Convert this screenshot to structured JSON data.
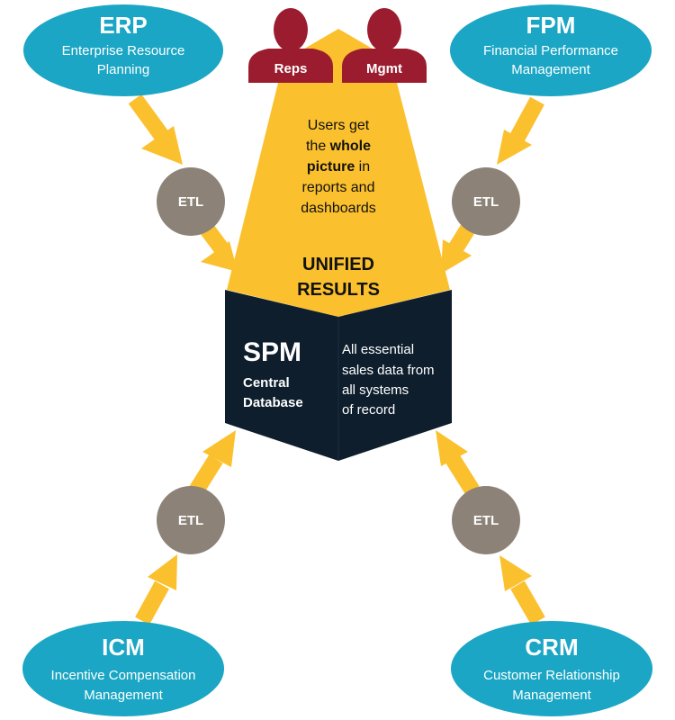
{
  "colors": {
    "teal": "#1aa6c4",
    "yellow": "#fbc02d",
    "etl_gray": "#8c8278",
    "navy": "#0e1e2d",
    "maroon": "#9b1c2e",
    "white": "#ffffff",
    "dark_text": "#111111"
  },
  "systems": {
    "erp": {
      "abbr": "ERP",
      "line1": "Enterprise Resource",
      "line2": "Planning"
    },
    "fpm": {
      "abbr": "FPM",
      "line1": "Financial Performance",
      "line2": "Management"
    },
    "icm": {
      "abbr": "ICM",
      "line1": "Incentive Compensation",
      "line2": "Management"
    },
    "crm": {
      "abbr": "CRM",
      "line1": "Customer Relationship",
      "line2": "Management"
    }
  },
  "etl": {
    "label": "ETL"
  },
  "users": {
    "reps": "Reps",
    "mgmt": "Mgmt"
  },
  "message": {
    "line1": "Users get",
    "line2_pre": "the ",
    "line2_bold": "whole",
    "line3_bold": "picture",
    "line3_post": " in",
    "line4": "reports and",
    "line5": "dashboards"
  },
  "unified": {
    "line1": "UNIFIED",
    "line2": "RESULTS"
  },
  "database": {
    "title": "SPM",
    "sub1": "Central",
    "sub2": "Database",
    "desc1": "All essential",
    "desc2": "sales data from",
    "desc3": "all systems",
    "desc4": "of record"
  }
}
